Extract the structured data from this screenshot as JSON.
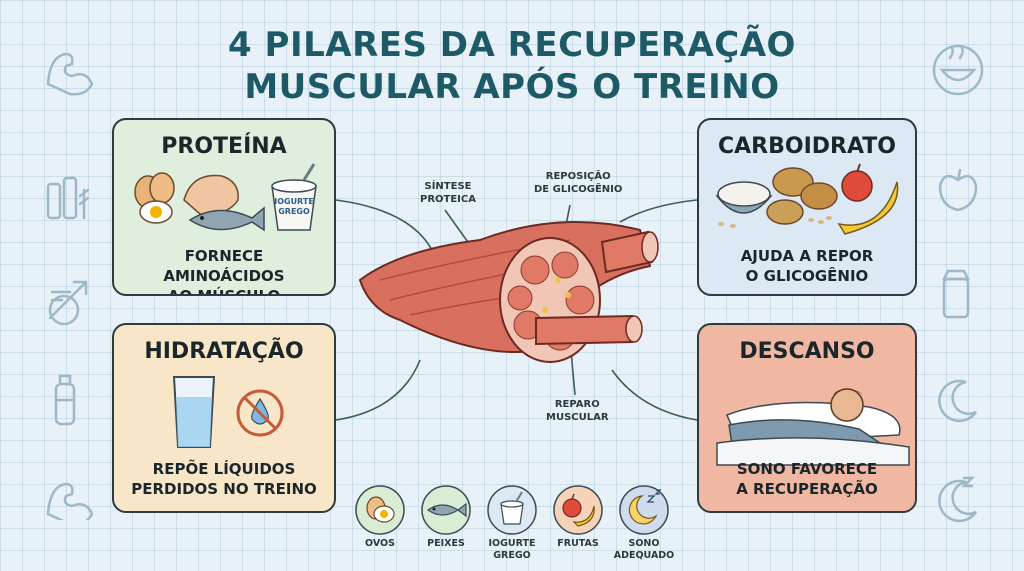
{
  "title": {
    "line1": "4 PILARES DA RECUPERAÇÃO",
    "line2": "MUSCULAR APÓS O TREINO"
  },
  "cards": {
    "proteina": {
      "title": "PROTEÍNA",
      "desc1": "FORNECE AMINOÁCIDOS",
      "desc2": "AO MÚSCULO",
      "food_label1": "IOGURTE",
      "food_label2": "GREGO"
    },
    "carboidrato": {
      "title": "CARBOIDRATO",
      "desc1": "AJUDA A REPOR",
      "desc2": "O GLICOGÊNIO"
    },
    "hidratacao": {
      "title": "HIDRATAÇÃO",
      "desc1": "REPÕE LÍQUIDOS",
      "desc2": "PERDIDOS NO TREINO"
    },
    "descanso": {
      "title": "DESCANSO",
      "desc1": "SONO FAVORECE",
      "desc2": "A RECUPERAÇÃO"
    }
  },
  "muscle_labels": {
    "sintese1": "SÍNTESE",
    "sintese2": "PROTEICA",
    "reposicao1": "REPOSIÇÃO",
    "reposicao2": "DE GLICOGÊNIO",
    "reparo1": "REPARO",
    "reparo2": "MUSCULAR"
  },
  "bottom_items": [
    {
      "label1": "OVOS",
      "label2": "",
      "icon": "egg-icon",
      "bg": "#d9ecd4"
    },
    {
      "label1": "PEIXES",
      "label2": "",
      "icon": "fish-icon",
      "bg": "#d9ecd4"
    },
    {
      "label1": "IOGURTE",
      "label2": "GREGO",
      "icon": "yogurt-icon",
      "bg": "#dce8f3"
    },
    {
      "label1": "FRUTAS",
      "label2": "",
      "icon": "fruit-icon",
      "bg": "#f6d2b8"
    },
    {
      "label1": "SONO",
      "label2": "ADEQUADO",
      "icon": "moon-icon",
      "bg": "#cfdcef"
    }
  ],
  "side_icons": [
    "biceps-icon",
    "bottles-icon",
    "arrows-icon",
    "water-bottle-icon",
    "biceps-icon",
    "bowl-icon",
    "apple-icon",
    "shaker-icon",
    "moon-icon",
    "zzz-icon"
  ],
  "colors": {
    "title": "#1d5a66",
    "muscle": "#d9705f",
    "protein_bg": "#dfeedd",
    "carb_bg": "#dce8f3",
    "hydration_bg": "#f8e6c9",
    "rest_bg": "#f0b7a2"
  }
}
